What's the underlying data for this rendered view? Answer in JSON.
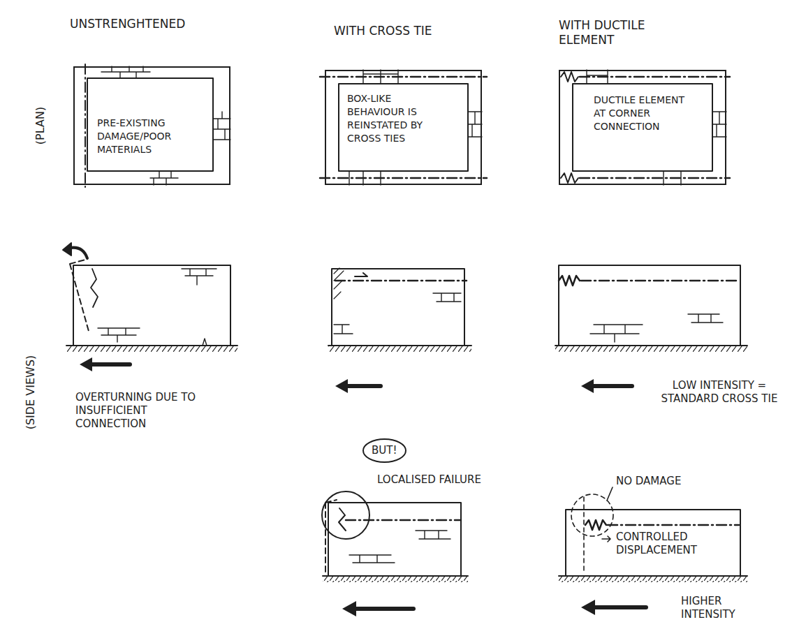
{
  "diagram": {
    "nodes": [
      {
        "text": [
          "PRE-EXISTING DAMAGE/POOR MATERIALS"
        ]
      },
      {
        "text": [
          "BOX-LIKE BEHAVIOUR IS REINSTATED BY CROSS TIES"
        ]
      },
      {
        "text": [
          "DUCTILE ELEMENT AT CORNER CONNECTION"
        ]
      },
      {
        "text": [
          "BUT!"
        ]
      }
    ],
    "labels": [
      "UNSTRENGHTENED",
      "WITH CROSS TIE",
      "WITH DUCTILE ELEMENT",
      "(PLAN)",
      "(SIDE VIEWS)",
      "OVERTURNING DUE TO INSUFFICIENT CONNECTION",
      "LOW INTENSITY = STANDARD CROSS TIE",
      "LOCALISED FAILURE",
      "NO DAMAGE",
      "CONTROLLED DISPLACEMENT",
      "HIGHER INTENSITY"
    ]
  }
}
